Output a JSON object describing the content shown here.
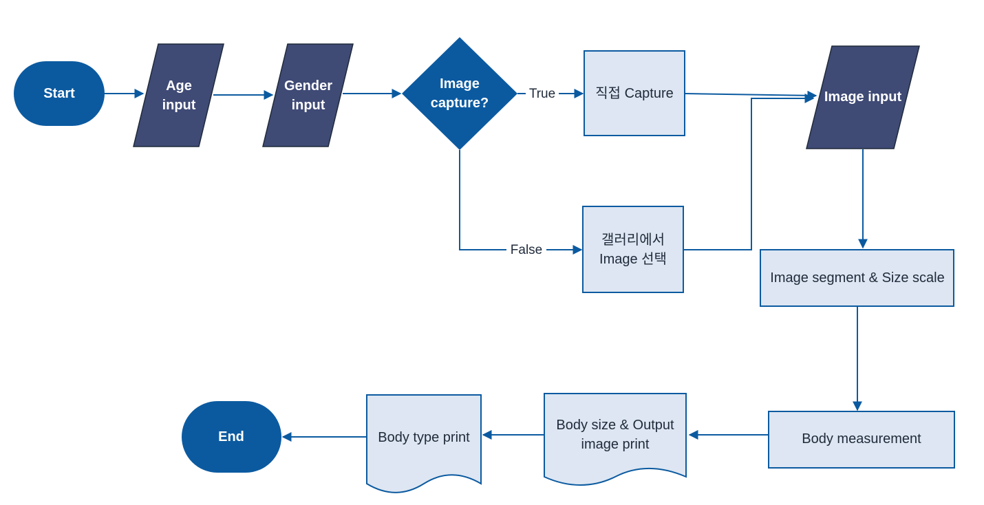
{
  "colors": {
    "terminal": "#0b5aa0",
    "io": "#3f4a75",
    "decision": "#0b5aa0",
    "process_fill": "#dde6f2",
    "process_stroke": "#0b5aa0",
    "edge": "#0b5aa0"
  },
  "nodes": {
    "start": {
      "lines": [
        "Start"
      ]
    },
    "age": {
      "lines": [
        "Age",
        "input"
      ]
    },
    "gender": {
      "lines": [
        "Gender",
        "input"
      ]
    },
    "decision": {
      "lines": [
        "Image",
        "capture?"
      ]
    },
    "capture": {
      "lines": [
        "직접 Capture"
      ]
    },
    "gallery": {
      "lines": [
        "갤러리에서",
        "Image 선택"
      ]
    },
    "image_input": {
      "lines": [
        "Image input"
      ]
    },
    "segment": {
      "lines": [
        "Image segment & Size scale"
      ]
    },
    "measure": {
      "lines": [
        "Body measurement"
      ]
    },
    "size_print": {
      "lines": [
        "Body size & Output",
        "image print"
      ]
    },
    "type_print": {
      "lines": [
        "Body type print"
      ]
    },
    "end": {
      "lines": [
        "End"
      ]
    }
  },
  "edges": {
    "true_label": "True",
    "false_label": "False"
  }
}
